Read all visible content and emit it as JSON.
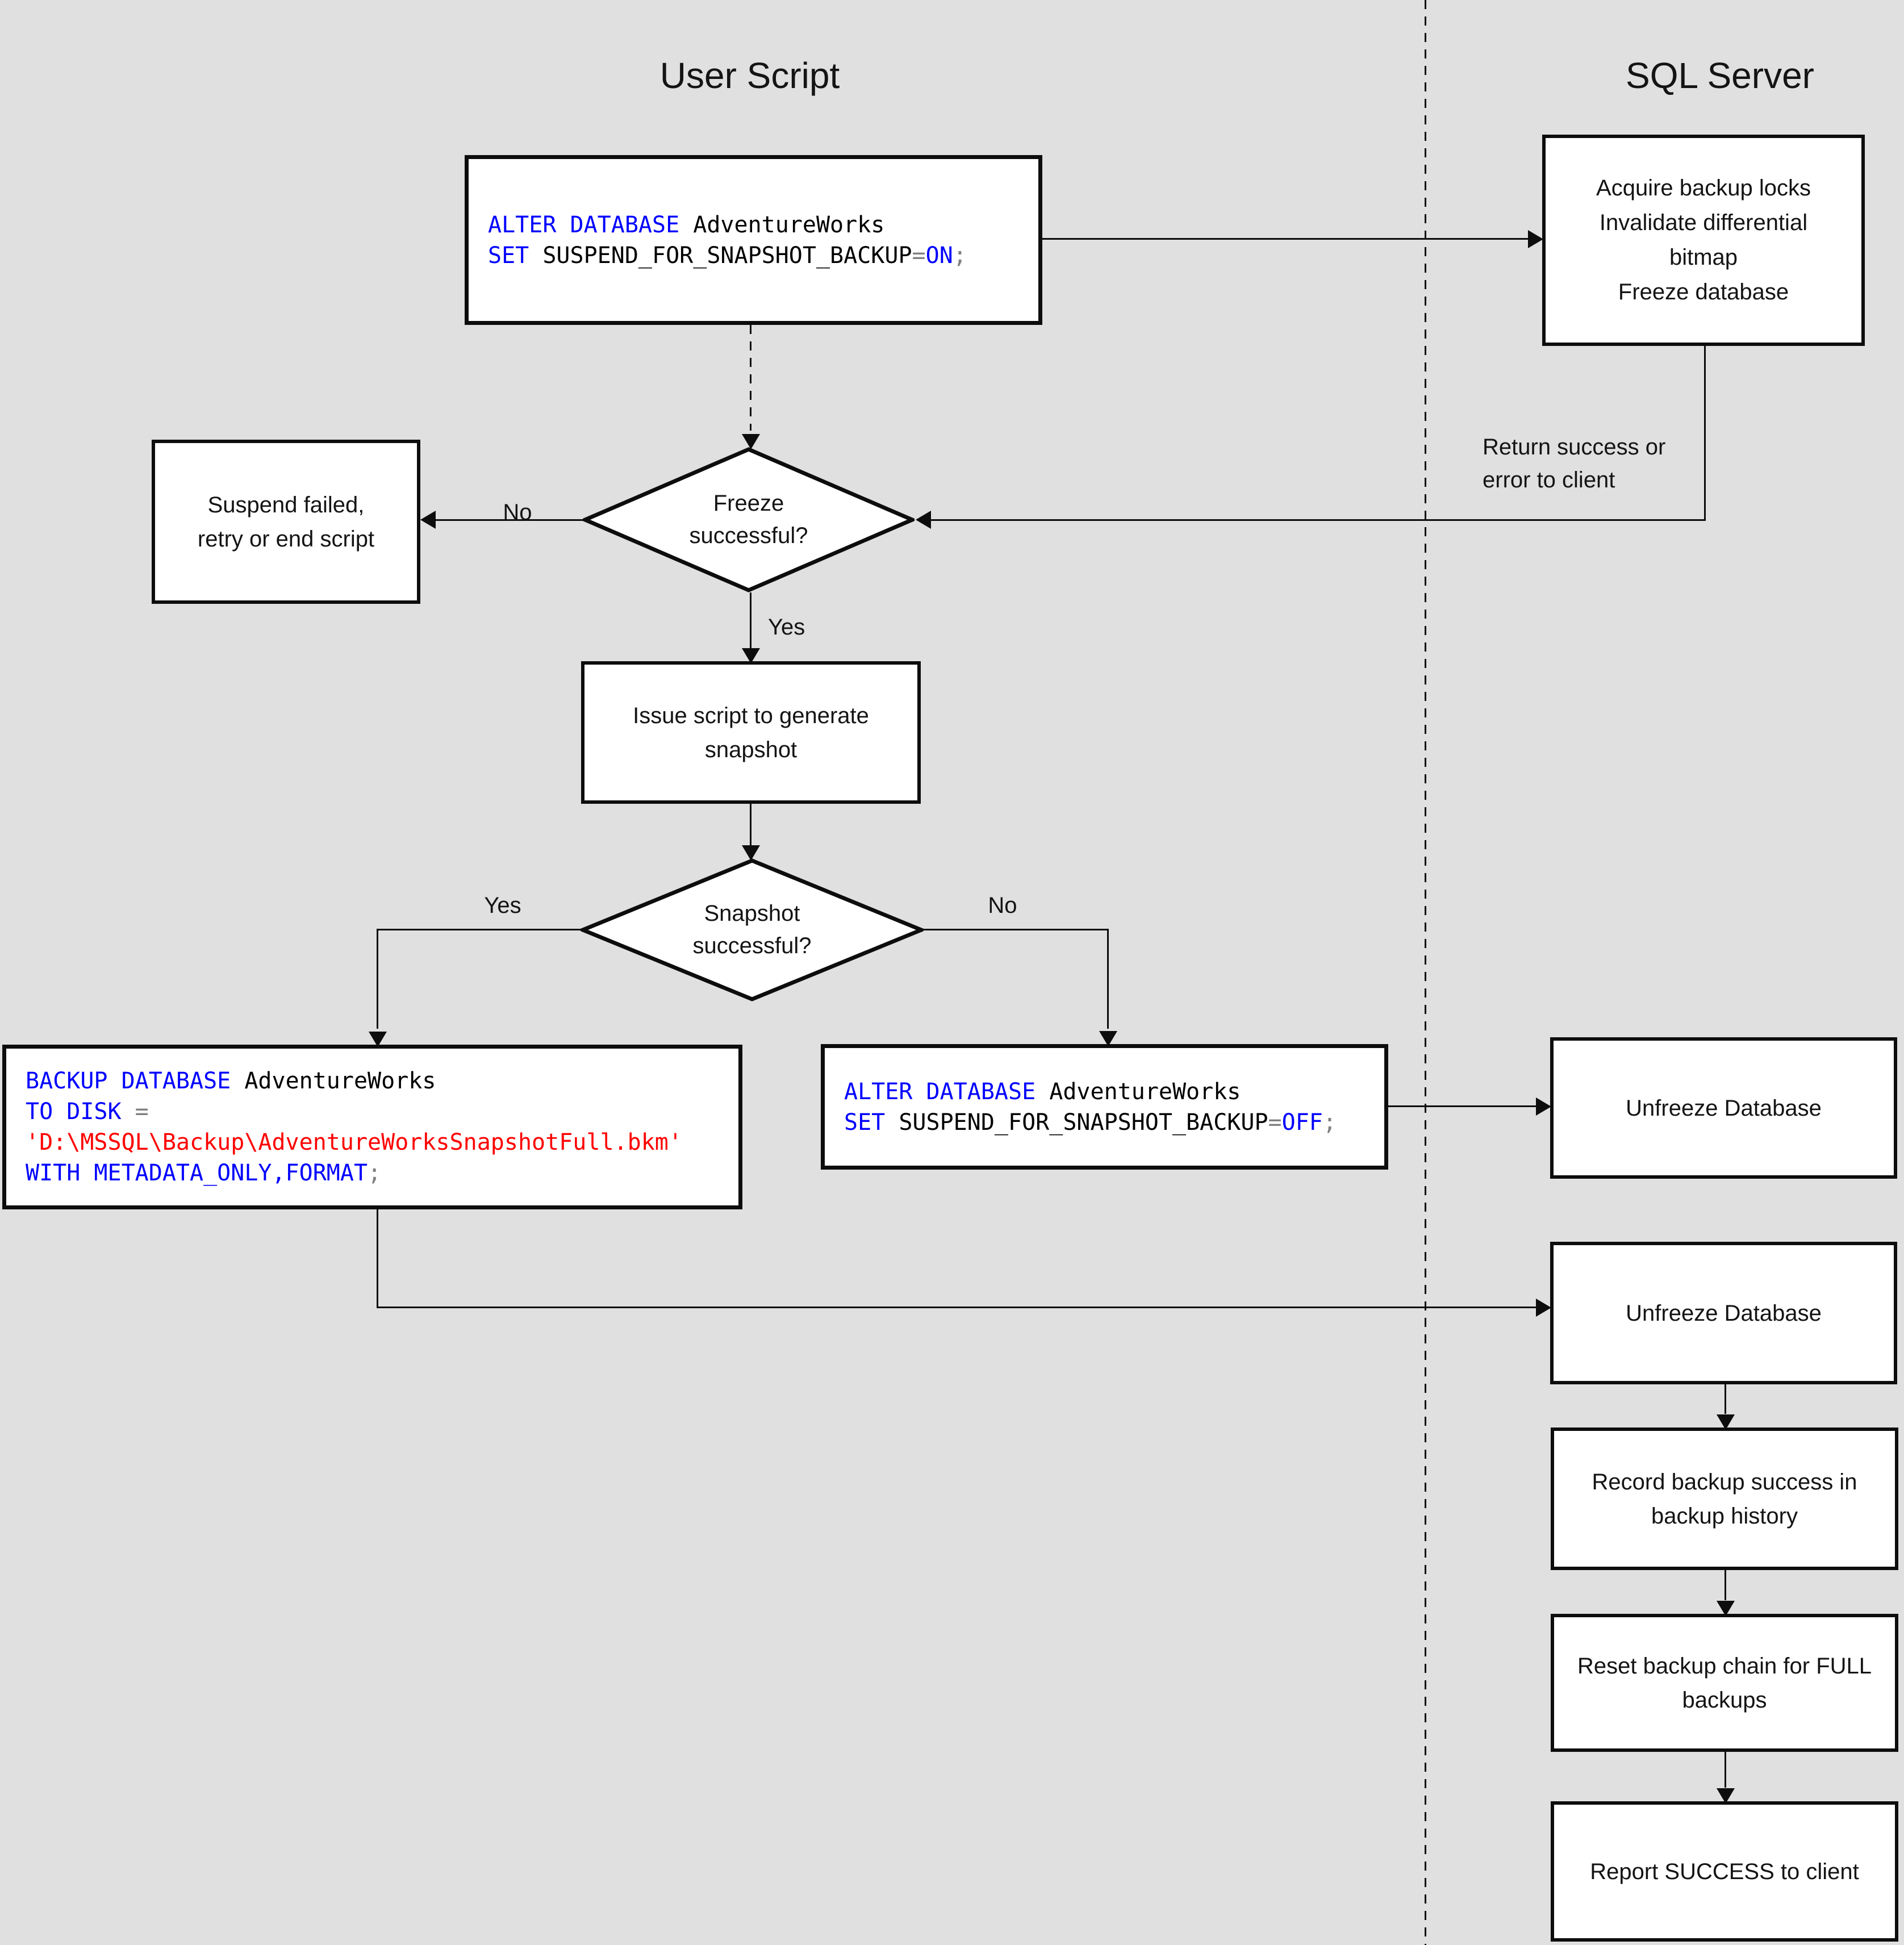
{
  "lanes": {
    "left_title": "User Script",
    "right_title": "SQL Server"
  },
  "edge_labels": {
    "freeze_no": "No",
    "freeze_yes": "Yes",
    "snapshot_yes": "Yes",
    "snapshot_no": "No",
    "return_note": "Return success or\nerror to client"
  },
  "nodes": {
    "alter_on": {
      "code": [
        [
          [
            "kw",
            "ALTER DATABASE"
          ],
          [
            "id",
            " AdventureWorks"
          ]
        ],
        [
          [
            "kw",
            "SET"
          ],
          [
            "id",
            " SUSPEND_FOR_SNAPSHOT_BACKUP"
          ],
          [
            "op",
            "="
          ],
          [
            "kw",
            "ON"
          ],
          [
            "op",
            ";"
          ]
        ]
      ]
    },
    "acquire": {
      "label": "Acquire backup locks\nInvalidate differential\nbitmap\nFreeze database"
    },
    "freeze_decision": {
      "label": "Freeze\nsuccessful?"
    },
    "suspend_failed": {
      "label": "Suspend failed,\nretry or end script"
    },
    "issue_script": {
      "label": "Issue script to generate\nsnapshot"
    },
    "snapshot_decision": {
      "label": "Snapshot\nsuccessful?"
    },
    "backup": {
      "code": [
        [
          [
            "kw",
            "BACKUP DATABASE"
          ],
          [
            "id",
            " AdventureWorks"
          ]
        ],
        [
          [
            "kw",
            "TO DISK"
          ],
          [
            "op",
            " ="
          ]
        ],
        [
          [
            "str",
            "'D:\\MSSQL\\Backup\\AdventureWorksSnapshotFull.bkm'"
          ]
        ],
        [
          [
            "kw",
            "WITH METADATA_ONLY,FORMAT"
          ],
          [
            "op",
            ";"
          ]
        ]
      ]
    },
    "alter_off": {
      "code": [
        [
          [
            "kw",
            "ALTER DATABASE"
          ],
          [
            "id",
            " AdventureWorks"
          ]
        ],
        [
          [
            "kw",
            "SET"
          ],
          [
            "id",
            " SUSPEND_FOR_SNAPSHOT_BACKUP"
          ],
          [
            "op",
            "="
          ],
          [
            "kw",
            "OFF"
          ],
          [
            "op",
            ";"
          ]
        ]
      ]
    },
    "unfreeze_1": {
      "label": "Unfreeze Database"
    },
    "unfreeze_2": {
      "label": "Unfreeze Database"
    },
    "record_history": {
      "label": "Record backup success in\nbackup history"
    },
    "reset_chain": {
      "label": "Reset backup chain for FULL\nbackups"
    },
    "report_success": {
      "label": "Report SUCCESS to client"
    }
  },
  "colors": {
    "background": "#e0e0e0",
    "box_fill": "#ffffff",
    "stroke": "#0d0d0d",
    "sql_keyword": "#0000ff",
    "sql_identifier": "#000000",
    "sql_operator": "#808080",
    "sql_string": "#ff0000"
  }
}
